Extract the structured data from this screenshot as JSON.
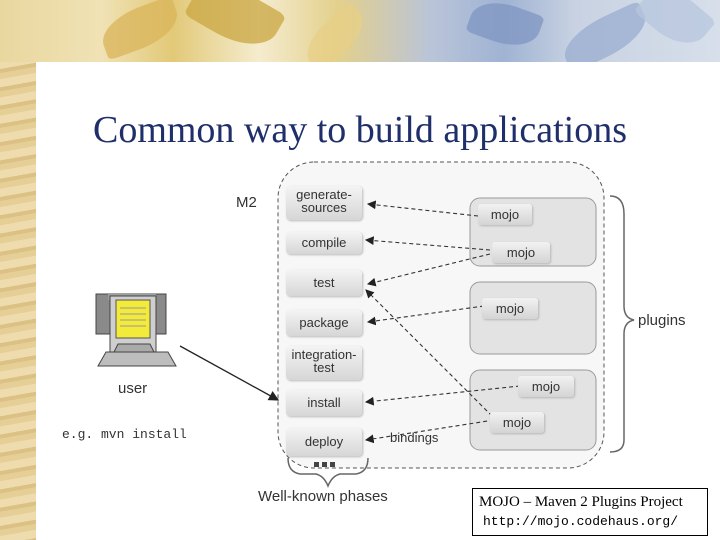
{
  "slide": {
    "title": "Common way to build applications",
    "lifecycle_label": "M2",
    "user_label": "user",
    "example_command": "e.g. mvn install",
    "ellipsis": "…",
    "phases_caption": "Well-known phases",
    "bindings_label": "bindings",
    "plugins_label": "plugins",
    "phases": [
      {
        "line1": "generate-",
        "line2": "sources"
      },
      {
        "line1": "compile"
      },
      {
        "line1": "test"
      },
      {
        "line1": "package"
      },
      {
        "line1": "integration-",
        "line2": "test"
      },
      {
        "line1": "install"
      },
      {
        "line1": "deploy"
      }
    ],
    "mojos": [
      "mojo",
      "mojo",
      "mojo",
      "mojo",
      "mojo"
    ],
    "reference": {
      "line1": "MOJO – Maven 2 Plugins Project",
      "line2": "http://mojo.codehaus.org/"
    }
  }
}
